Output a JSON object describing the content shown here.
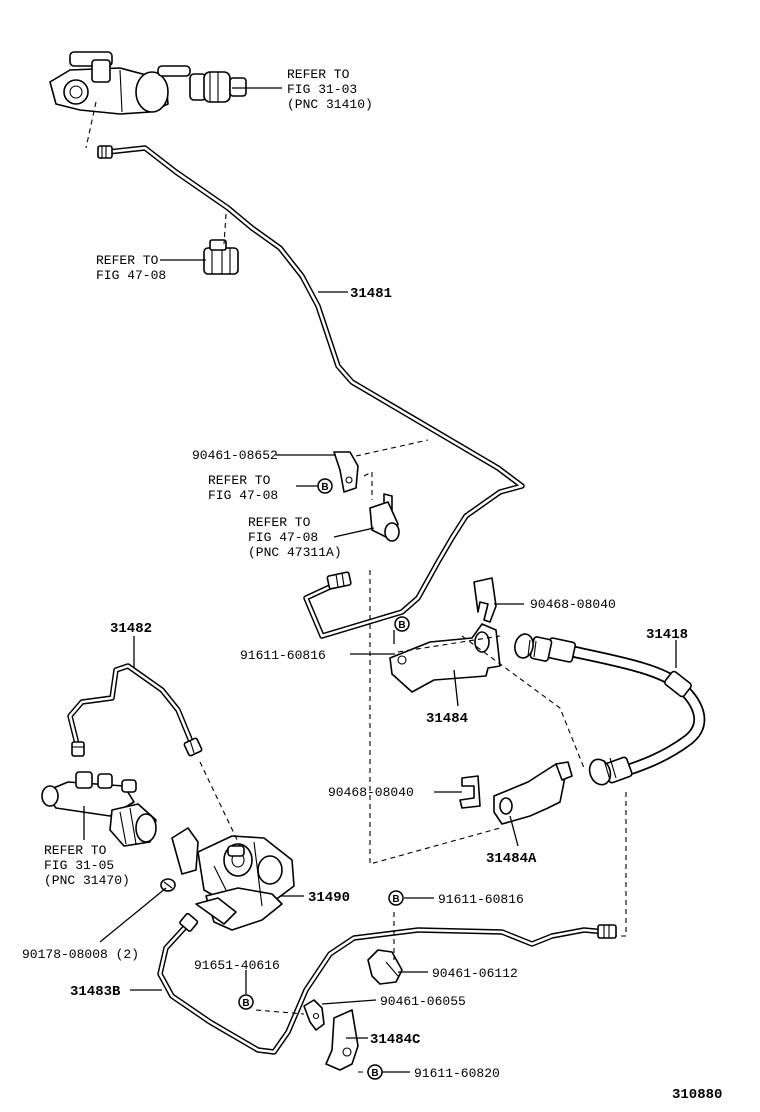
{
  "parts": {
    "p31481": "31481",
    "p31482": "31482",
    "p31418": "31418",
    "p31484": "31484",
    "p31484A": "31484A",
    "p31490": "31490",
    "p31483B": "31483B",
    "p31484C": "31484C",
    "p90461_08652": "90461-08652",
    "p90468_08040_top": "90468-08040",
    "p91611_60816_mid": "91611-60816",
    "p90468_08040_mid": "90468-08040",
    "p90178_08008": "90178-08008 (2)",
    "p91611_60816_low": "91611-60816",
    "p90461_06112": "90461-06112",
    "p91651_40616": "91651-40616",
    "p90461_06055": "90461-06055",
    "p91611_60820": "91611-60820"
  },
  "refs": {
    "r1": [
      "REFER TO",
      "FIG 31-03",
      "(PNC 31410)"
    ],
    "r2": [
      "REFER TO",
      "FIG 47-08"
    ],
    "r3": [
      "REFER TO",
      "FIG 47-08"
    ],
    "r4": [
      "REFER TO",
      "FIG 47-08",
      "(PNC 47311A)"
    ],
    "r5": [
      "REFER TO",
      "FIG 31-05",
      "(PNC 31470)"
    ]
  },
  "callout_letter": "B",
  "figure_number": "310880"
}
